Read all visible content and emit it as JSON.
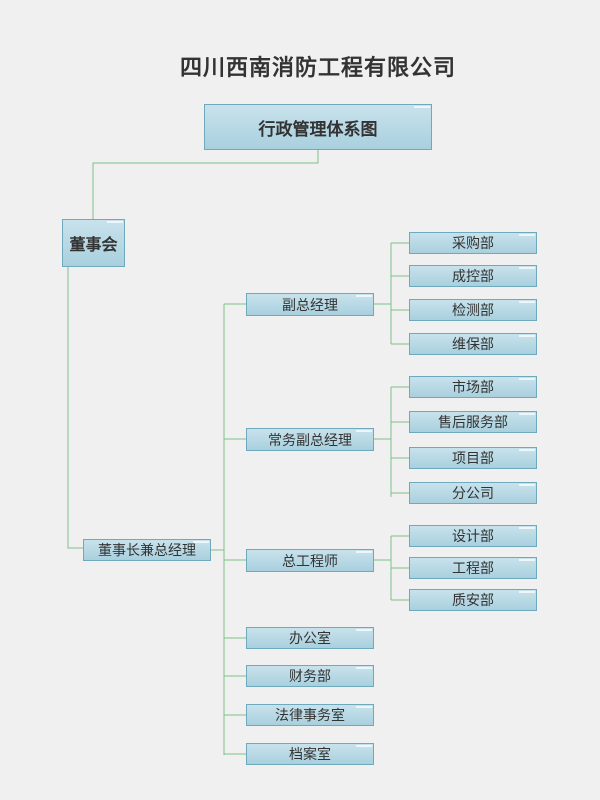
{
  "company_name": "四川西南消防工程有限公司",
  "chart_title": "行政管理体系图",
  "board": "董事会",
  "chairman_gm": "董事长兼总经理",
  "colors": {
    "background": "#f0f0f0",
    "box_fill_top": "#c8e2ec",
    "box_fill_bottom": "#a9d0de",
    "box_border": "#6fa9bd",
    "connector": "#7fbf8a"
  },
  "managers": [
    {
      "title": "副总经理",
      "departments": [
        "采购部",
        "成控部",
        "检测部",
        "维保部"
      ]
    },
    {
      "title": "常务副总经理",
      "departments": [
        "市场部",
        "售后服务部",
        "项目部",
        "分公司"
      ]
    },
    {
      "title": "总工程师",
      "departments": [
        "设计部",
        "工程部",
        "质安部"
      ]
    }
  ],
  "direct_units": [
    "办公室",
    "财务部",
    "法律事务室",
    "档案室"
  ]
}
